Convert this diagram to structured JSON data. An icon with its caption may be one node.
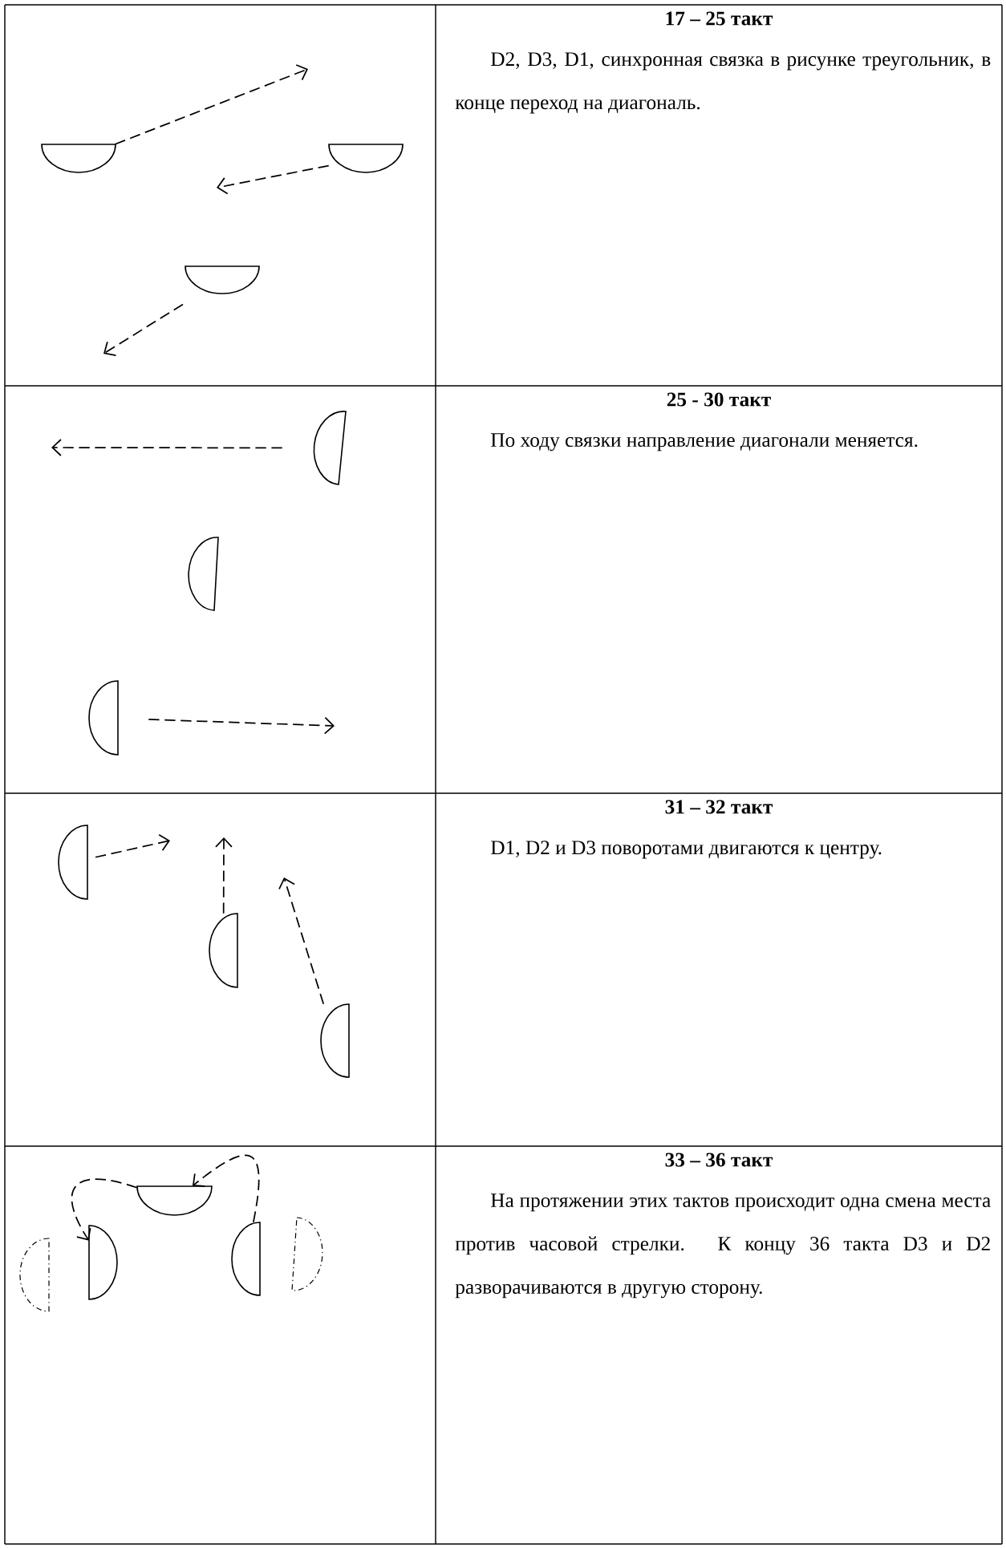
{
  "diagram": {
    "nodes": [
      {
        "text": [],
        "shape": "semicircle"
      },
      {
        "text": [],
        "shape": "semicircle"
      },
      {
        "text": [],
        "shape": "semicircle"
      },
      {
        "text": [],
        "shape": "semicircle"
      },
      {
        "text": [],
        "shape": "semicircle"
      },
      {
        "text": [],
        "shape": "semicircle"
      },
      {
        "text": [],
        "shape": "semicircle"
      },
      {
        "text": [],
        "shape": "semicircle"
      },
      {
        "text": [],
        "shape": "semicircle"
      },
      {
        "text": [],
        "shape": "semicircle"
      },
      {
        "text": [],
        "shape": "semicircle"
      },
      {
        "text": [],
        "shape": "semicircle"
      },
      {
        "text": [],
        "shape": "semicircle"
      },
      {
        "text": [],
        "shape": "semicircle"
      }
    ],
    "edges": [
      {
        "from": 0,
        "to": null,
        "arrow": "to",
        "style": "dashed"
      },
      {
        "from": 1,
        "to": null,
        "arrow": "to",
        "style": "dashed"
      },
      {
        "from": 2,
        "to": null,
        "arrow": "to",
        "style": "dashed"
      },
      {
        "from": 3,
        "to": null,
        "arrow": "to",
        "style": "dashed"
      },
      {
        "from": 5,
        "to": null,
        "arrow": "to",
        "style": "dashed"
      },
      {
        "from": 6,
        "to": null,
        "arrow": "to",
        "style": "dashed"
      },
      {
        "from": 7,
        "to": null,
        "arrow": "to",
        "style": "dashed"
      },
      {
        "from": 8,
        "to": null,
        "arrow": "to",
        "style": "dashed"
      },
      {
        "from": 11,
        "to": 10,
        "arrow": "to",
        "style": "dashed"
      },
      {
        "from": 12,
        "to": 11,
        "arrow": "to",
        "style": "dashed"
      }
    ],
    "labels": [
      "17 – 25 такт",
      "D2, D3, D1, синхронная связка в рисунке треугольник, в конце переход на диагональ.",
      "25 - 30 такт",
      "По ходу связки направление диагонали меняется.",
      "31 – 32 такт",
      "D1, D2 и D3 поворотами двигаются к центру.",
      "33 – 36 такт",
      "На протяжении этих тактов происходит одна смена места против часовой стрелки. К концу 36 такта D3 и D2 разворачиваются в другую сторону."
    ]
  }
}
